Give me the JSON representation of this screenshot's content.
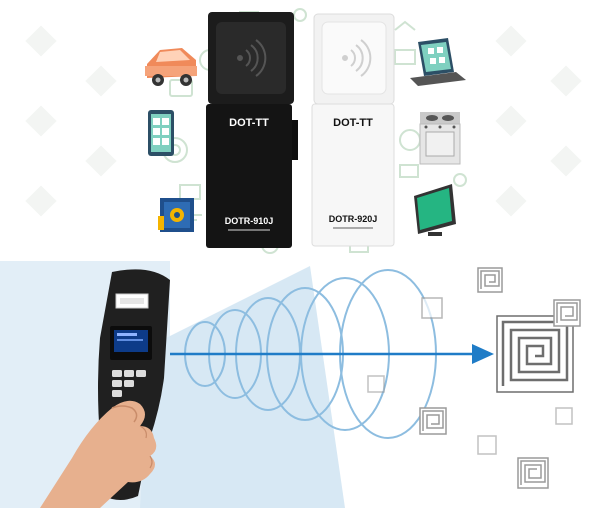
{
  "devices": {
    "black": {
      "brand": "DOT-TT",
      "model": "DOTR-910J"
    },
    "white": {
      "brand": "DOT-TT",
      "model": "DOTR-920J"
    }
  },
  "colors": {
    "arrow": "#1f7cc7",
    "wave": "#7fb3d8",
    "beam": "#d7e8f4",
    "tag": "#7d7d7d",
    "background_icons": "#cfe3d2"
  },
  "icons": {
    "car": "car-icon",
    "tablet": "tablet-icon",
    "safe": "safe-icon",
    "laptop": "laptop-icon",
    "stove": "stove-icon",
    "monitor": "monitor-icon",
    "rfid_tag": "rfid-tag-icon"
  }
}
